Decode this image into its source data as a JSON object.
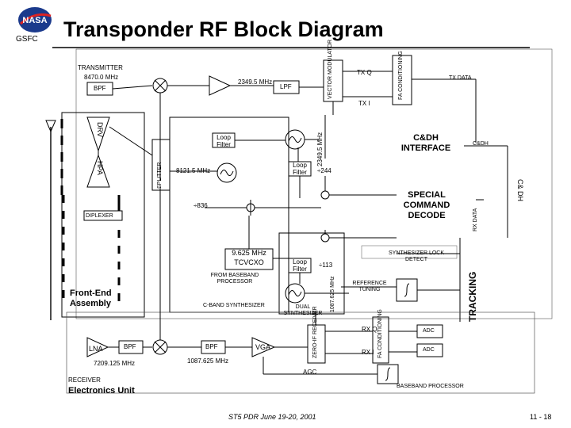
{
  "header": {
    "title": "Transponder RF Block Diagram",
    "org": "GSFC",
    "logo_text": "NASA"
  },
  "transmitter": {
    "label": "TRANSMITTER",
    "freq": "8470.0 MHz",
    "bpf": "BPF",
    "lo": "2349.5 MHz",
    "lpf": "LPF",
    "vector_mod": "VECTOR MODULATOR",
    "txq": "TX Q",
    "txi": "TX I",
    "fa_cond": "FA CONDITIONING",
    "txdata": "TX DATA"
  },
  "front_end": {
    "drv": "DRV",
    "hpa": "HPA",
    "splitter": "SPLITTER",
    "diplexer": "DIPLEXER",
    "label": "Front-End Assembly"
  },
  "synth": {
    "loop_filter_top": "Loop Filter",
    "f2349": "2349.5 MHz",
    "loop_filter_mid": "Loop Filter",
    "div244": "÷244",
    "f8121": "8121.5 MHz",
    "div836": "÷836",
    "tcvcxo": "9.625 MHz TCVCXO",
    "from_bb": "FROM BASEBAND PROCESSOR",
    "cband": "C-BAND SYNTHESIZER",
    "loop_filter_low": "Loop Filter",
    "div113": "÷113",
    "f1087": "1087.625 MHz",
    "dual": "DUAL SYNTHESIZER"
  },
  "cdh": {
    "interface": "C&DH INTERFACE",
    "cdh_small": "C&DH",
    "cdh_side": "C& DH",
    "special": "SPECIAL COMMAND DECODE",
    "rxdata": "RX DATA",
    "tracking": "TRACKING",
    "synth_lock": "SYNTHESIZER LOCK DETECT",
    "ref_tuning": "REFERENCE TUNING"
  },
  "receiver": {
    "lna": "LNA",
    "bpf1": "BPF",
    "freq": "7209.125 MHz",
    "bpf2": "BPF",
    "lo": "1087.625 MHz",
    "vga": "VGA",
    "zero_if": "ZERO-IF RECEIVER",
    "rxq": "RX Q",
    "rxi": "RX I",
    "fa_cond": "FA CONDITIONING",
    "adc1": "ADC",
    "adc2": "ADC",
    "agc": "AGC",
    "label": "RECEIVER",
    "electronics": "Electronics Unit",
    "baseband": "BASEBAND PROCESSOR"
  },
  "footer": {
    "meeting": "ST5 PDR June 19-20, 2001",
    "page": "11 - 18"
  }
}
